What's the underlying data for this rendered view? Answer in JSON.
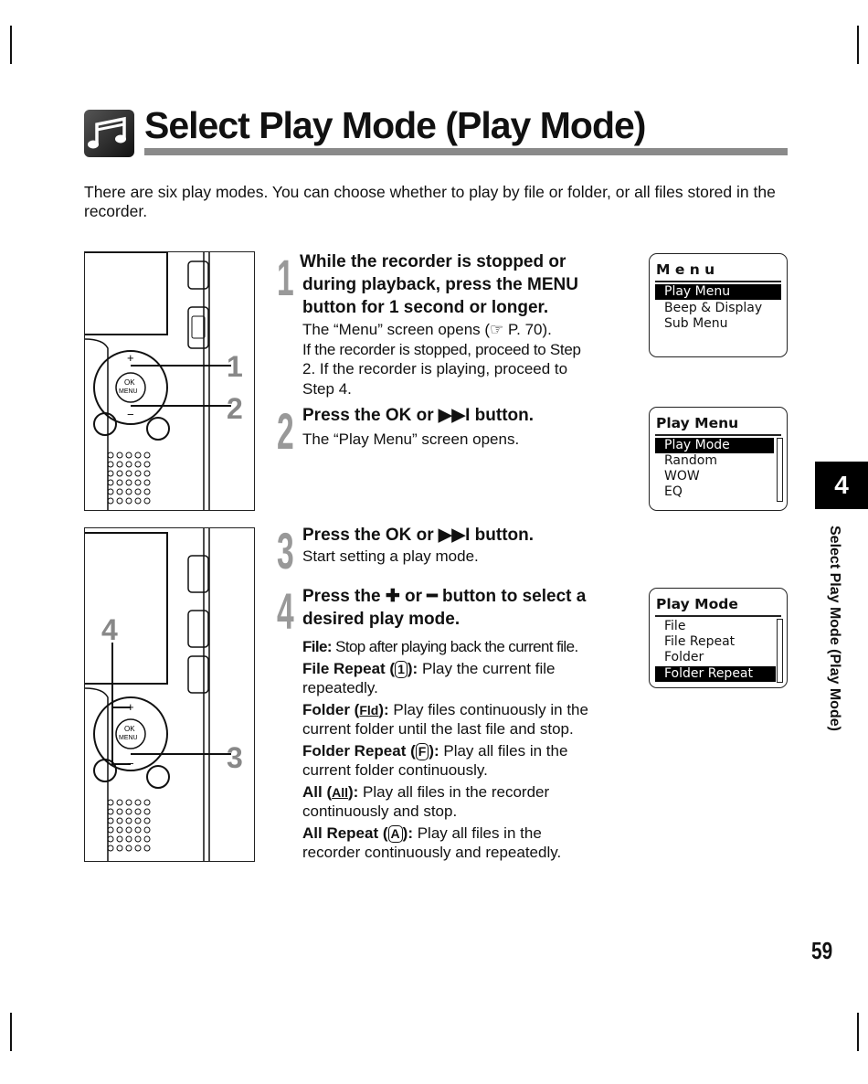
{
  "page": {
    "title": "Select Play Mode (Play Mode)",
    "intro": "There are six play modes. You can choose whether to play by file or folder, or all files stored in the recorder.",
    "chapter_tab": "4",
    "side_label": "Select Play Mode (Play Mode)",
    "page_number": "59"
  },
  "illustration1": {
    "labels": [
      "1",
      "2"
    ],
    "plus": "+",
    "minus": "−",
    "ok": "OK",
    "menu": "MENU"
  },
  "illustration2": {
    "labels": [
      "4",
      "3"
    ],
    "plus": "+",
    "minus": "−",
    "ok": "OK",
    "menu": "MENU"
  },
  "steps": [
    {
      "number": "1",
      "heading_lines": [
        "While the recorder is stopped or",
        "during playback, press the MENU",
        "button for 1 second or longer."
      ],
      "body_lines": [
        "The “Menu” screen opens (☞ P. 70).",
        "If the recorder is stopped, proceed to Step",
        "2. If the recorder is playing, proceed to",
        "Step 4."
      ]
    },
    {
      "number": "2",
      "heading": "Press the OK or ▶▶I button.",
      "body": "The “Play Menu” screen opens."
    },
    {
      "number": "3",
      "heading": "Press the OK or ▶▶I button.",
      "body": "Start setting a play mode."
    },
    {
      "number": "4",
      "heading_lines": [
        "Press the ✚ or ━ button to select a",
        "desired play mode."
      ],
      "modes": [
        {
          "label": "File:",
          "desc_lines": [
            "Stop after playing back the current file."
          ]
        },
        {
          "label": "File Repeat (",
          "icon": "1",
          "label_end": "):",
          "desc_lines": [
            " Play the current file",
            "repeatedly."
          ]
        },
        {
          "label": "Folder (",
          "icon": "Fld",
          "label_end": "):",
          "desc_lines": [
            " Play files continuously in the",
            "current folder until the last file and stop."
          ]
        },
        {
          "label": "Folder Repeat (",
          "icon": "F",
          "label_end": "):",
          "desc_lines": [
            " Play all files in the",
            "current folder continuously."
          ]
        },
        {
          "label": "All (",
          "icon": "All",
          "label_end": "):",
          "desc_lines": [
            " Play all files in the recorder",
            "continuously and stop."
          ]
        },
        {
          "label": "All Repeat (",
          "icon": "A",
          "label_end": "):",
          "desc_lines": [
            " Play all files in the",
            "recorder continuously and repeatedly."
          ]
        }
      ]
    }
  ],
  "screens": [
    {
      "title": "M e n u",
      "items": [
        "Play Menu",
        "Beep & Display",
        "Sub Menu"
      ],
      "selected": 0
    },
    {
      "title": "Play Menu",
      "items": [
        "Play Mode",
        "Random",
        "WOW",
        "EQ"
      ],
      "selected": 0
    },
    {
      "title": "Play Mode",
      "items": [
        "File",
        "File Repeat",
        "Folder",
        "Folder Repeat"
      ],
      "selected": 3
    }
  ]
}
